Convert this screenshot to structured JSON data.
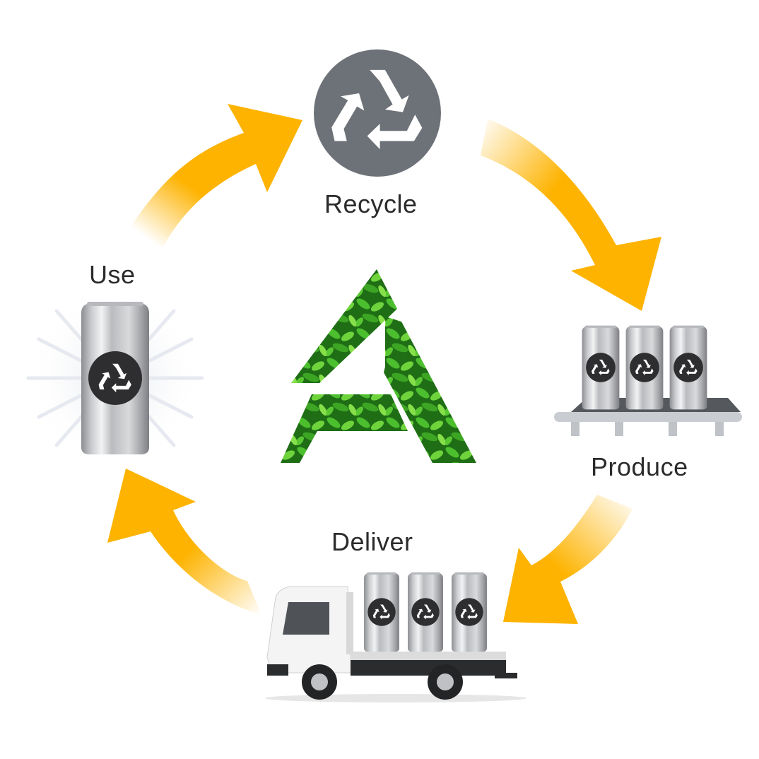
{
  "diagram": {
    "title": "Aluminum can recycling cycle",
    "center_logo": {
      "letter": "A",
      "fill": "green leaves texture"
    },
    "steps": [
      {
        "id": "recycle",
        "label": "Recycle",
        "icon": "recycle-icon"
      },
      {
        "id": "produce",
        "label": "Produce",
        "icon": "conveyor-cans-icon"
      },
      {
        "id": "deliver",
        "label": "Deliver",
        "icon": "truck-icon"
      },
      {
        "id": "use",
        "label": "Use",
        "icon": "can-icon"
      }
    ],
    "flow": [
      {
        "from": "Recycle",
        "to": "Produce"
      },
      {
        "from": "Produce",
        "to": "Deliver"
      },
      {
        "from": "Deliver",
        "to": "Use"
      },
      {
        "from": "Use",
        "to": "Recycle"
      }
    ]
  },
  "colors": {
    "arrow": "#FDB300",
    "recycle_badge": "#6D7278",
    "label_text": "#2B2B2B",
    "can_badge": "#2E2E30",
    "leaf_green": "#3FA82A"
  }
}
